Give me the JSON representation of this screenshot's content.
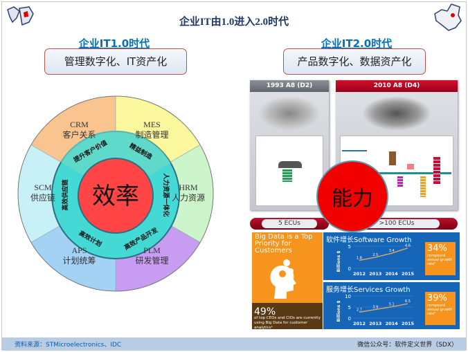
{
  "title": "企业IT由1.0进入2.0时代",
  "left": {
    "era": "企业IT1.0时代",
    "subtitle": "管理数字化、IT资产化",
    "center": "效率",
    "sectors": [
      {
        "en": "CRM",
        "zh": "客户关系",
        "color": "#f9c490"
      },
      {
        "en": "MES",
        "zh": "制造管理",
        "color": "#fbf79c"
      },
      {
        "en": "HRM",
        "zh": "人力资源",
        "color": "#cdf5cc"
      },
      {
        "en": "PLM",
        "zh": "研发管理",
        "color": "#c99cf3"
      },
      {
        "en": "APS",
        "zh": "计划统筹",
        "color": "#a3d2f4"
      },
      {
        "en": "SCM",
        "zh": "供应链",
        "color": "#c8f1f7"
      }
    ],
    "ring": [
      "提升客户价值",
      "精益制造",
      "人力资源一体化",
      "高效产品开发",
      "高效计划",
      "高效供应链"
    ]
  },
  "right": {
    "era": "企业IT2.0时代",
    "subtitle": "产品数字化、数据资产化",
    "center": "能力",
    "car_old": {
      "label": "1993  A8 (D2)",
      "ecus": "5 ECUs"
    },
    "car_new": {
      "label": "2010  A8 (D4)",
      "ecus": ">100 ECUs"
    },
    "bigdata": {
      "heading": "Big Data is a Top Priority for Customers",
      "stat": "49%",
      "stat_text": "of top CEOs and CIOs are currently using Big Data for customer analytics¹"
    }
  },
  "chart_data": [
    {
      "type": "line",
      "title": "软件增长Software Growth",
      "ylabel": "Billions $",
      "categories": [
        "2012",
        "2013",
        "2014",
        "2015"
      ],
      "values": [
        1.8,
        2.5,
        3.4,
        4.6
      ],
      "ylim": [
        0,
        5
      ],
      "yticks": [
        0,
        5
      ],
      "rate": "34%",
      "rate_text": "compound annual growth rate²"
    },
    {
      "type": "line",
      "title": "服务增长Services Growth",
      "ylabel": "Billions $",
      "categories": [
        "2012",
        "2013",
        "2014",
        "2015"
      ],
      "values": [
        2.7,
        3.9,
        5.1,
        6.5
      ],
      "ylim": [
        0,
        10
      ],
      "yticks": [
        0,
        5,
        10
      ],
      "rate": "39%",
      "rate_text": "compound annual growth rate²"
    }
  ],
  "footer": {
    "source": "资料来源：STMicroelectronics、IDC",
    "wechat": "微信公众号：软件定义世界（SDX）"
  },
  "colors": {
    "accent": "#0070c0",
    "red": "#ff0000",
    "orange": "#f7941d",
    "blue": "#1565b8"
  }
}
